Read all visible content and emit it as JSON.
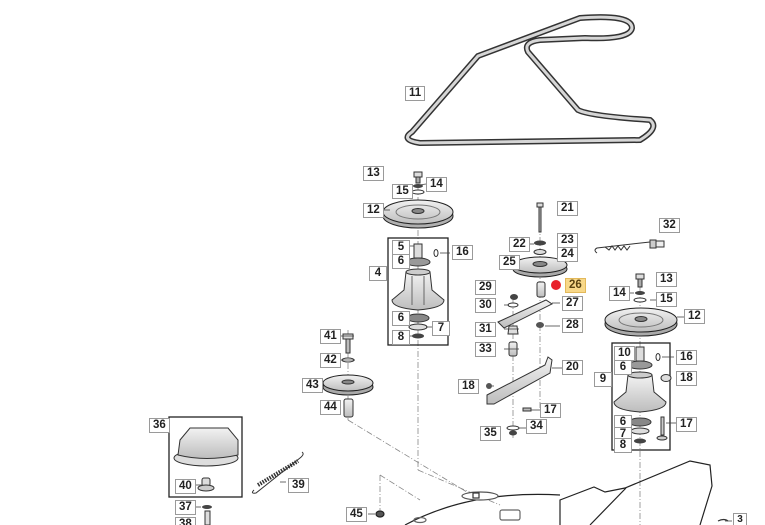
{
  "diagram": {
    "title": "Cutting deck pulleys and belt exploded view",
    "highlight_color": "#f8d889",
    "marker_color": "#e8202a",
    "selected_part": "26",
    "callouts": [
      {
        "id": "c11",
        "num": "11"
      },
      {
        "id": "c13a",
        "num": "13"
      },
      {
        "id": "c14a",
        "num": "14"
      },
      {
        "id": "c15a",
        "num": "15"
      },
      {
        "id": "c12a",
        "num": "12"
      },
      {
        "id": "c5",
        "num": "5"
      },
      {
        "id": "c6a",
        "num": "6"
      },
      {
        "id": "c16a",
        "num": "16"
      },
      {
        "id": "c4",
        "num": "4"
      },
      {
        "id": "c6b",
        "num": "6"
      },
      {
        "id": "c7a",
        "num": "7"
      },
      {
        "id": "c8a",
        "num": "8"
      },
      {
        "id": "c21",
        "num": "21"
      },
      {
        "id": "c22",
        "num": "22"
      },
      {
        "id": "c23",
        "num": "23"
      },
      {
        "id": "c24",
        "num": "24"
      },
      {
        "id": "c25",
        "num": "25"
      },
      {
        "id": "c26",
        "num": "26"
      },
      {
        "id": "c27",
        "num": "27"
      },
      {
        "id": "c28",
        "num": "28"
      },
      {
        "id": "c29",
        "num": "29"
      },
      {
        "id": "c30",
        "num": "30"
      },
      {
        "id": "c31",
        "num": "31"
      },
      {
        "id": "c32",
        "num": "32"
      },
      {
        "id": "c33",
        "num": "33"
      },
      {
        "id": "c20",
        "num": "20"
      },
      {
        "id": "c18a",
        "num": "18"
      },
      {
        "id": "c17a",
        "num": "17"
      },
      {
        "id": "c34",
        "num": "34"
      },
      {
        "id": "c35",
        "num": "35"
      },
      {
        "id": "c13b",
        "num": "13"
      },
      {
        "id": "c14b",
        "num": "14"
      },
      {
        "id": "c15b",
        "num": "15"
      },
      {
        "id": "c12b",
        "num": "12"
      },
      {
        "id": "c10",
        "num": "10"
      },
      {
        "id": "c6c",
        "num": "6"
      },
      {
        "id": "c16b",
        "num": "16"
      },
      {
        "id": "c9",
        "num": "9"
      },
      {
        "id": "c18b",
        "num": "18"
      },
      {
        "id": "c6d",
        "num": "6"
      },
      {
        "id": "c7b",
        "num": "7"
      },
      {
        "id": "c8b",
        "num": "8"
      },
      {
        "id": "c17b",
        "num": "17"
      },
      {
        "id": "c41",
        "num": "41"
      },
      {
        "id": "c42",
        "num": "42"
      },
      {
        "id": "c43",
        "num": "43"
      },
      {
        "id": "c44",
        "num": "44"
      },
      {
        "id": "c36",
        "num": "36"
      },
      {
        "id": "c40",
        "num": "40"
      },
      {
        "id": "c39",
        "num": "39"
      },
      {
        "id": "c37",
        "num": "37"
      },
      {
        "id": "c38",
        "num": "38"
      },
      {
        "id": "c45",
        "num": "45"
      },
      {
        "id": "c3",
        "num": "3"
      }
    ]
  }
}
